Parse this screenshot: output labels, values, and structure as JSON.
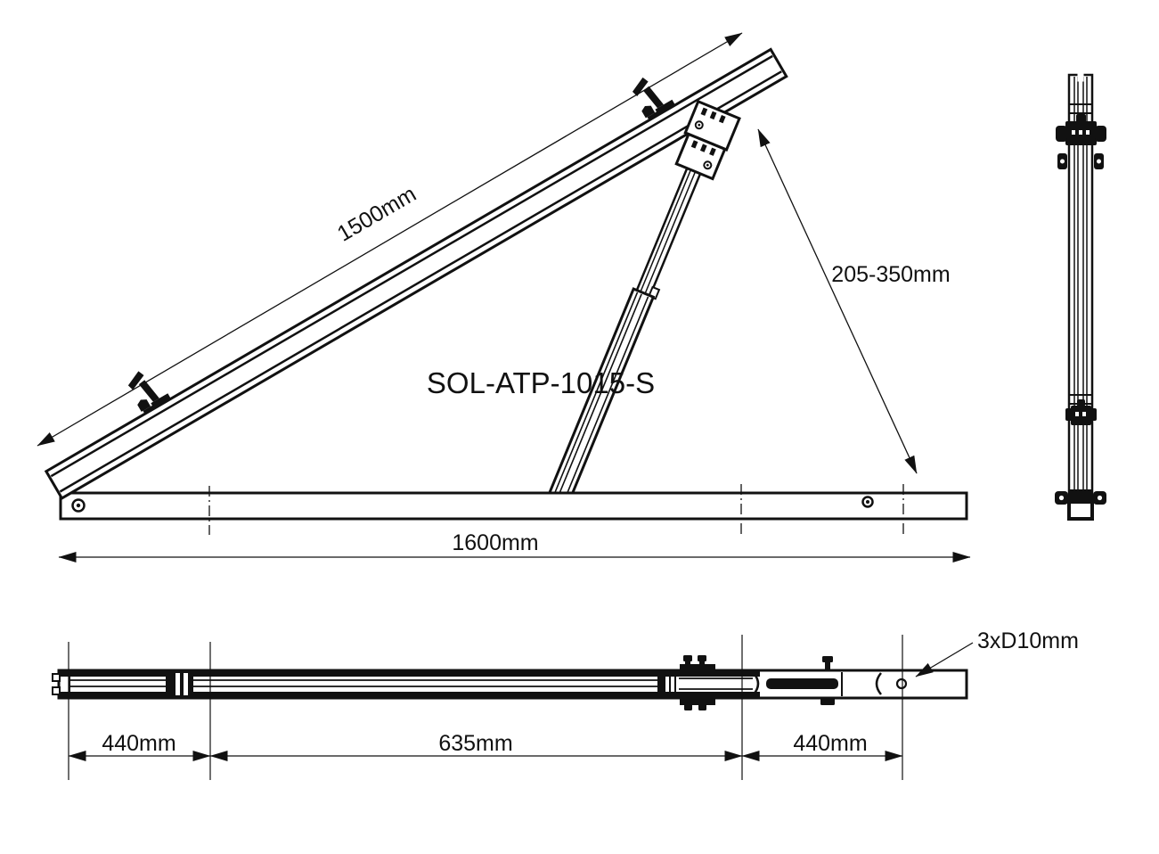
{
  "page": {
    "background": "#ffffff",
    "ink": "#111111"
  },
  "main_view": {
    "model_label": "SOL-ATP-1015-S",
    "dim_rail": "1500mm",
    "dim_support": "205-350mm",
    "dim_base": "1600mm"
  },
  "flat_view": {
    "dim_left": "440mm",
    "dim_middle": "635mm",
    "dim_right": "440mm",
    "callout_holes": "3xD10mm"
  }
}
